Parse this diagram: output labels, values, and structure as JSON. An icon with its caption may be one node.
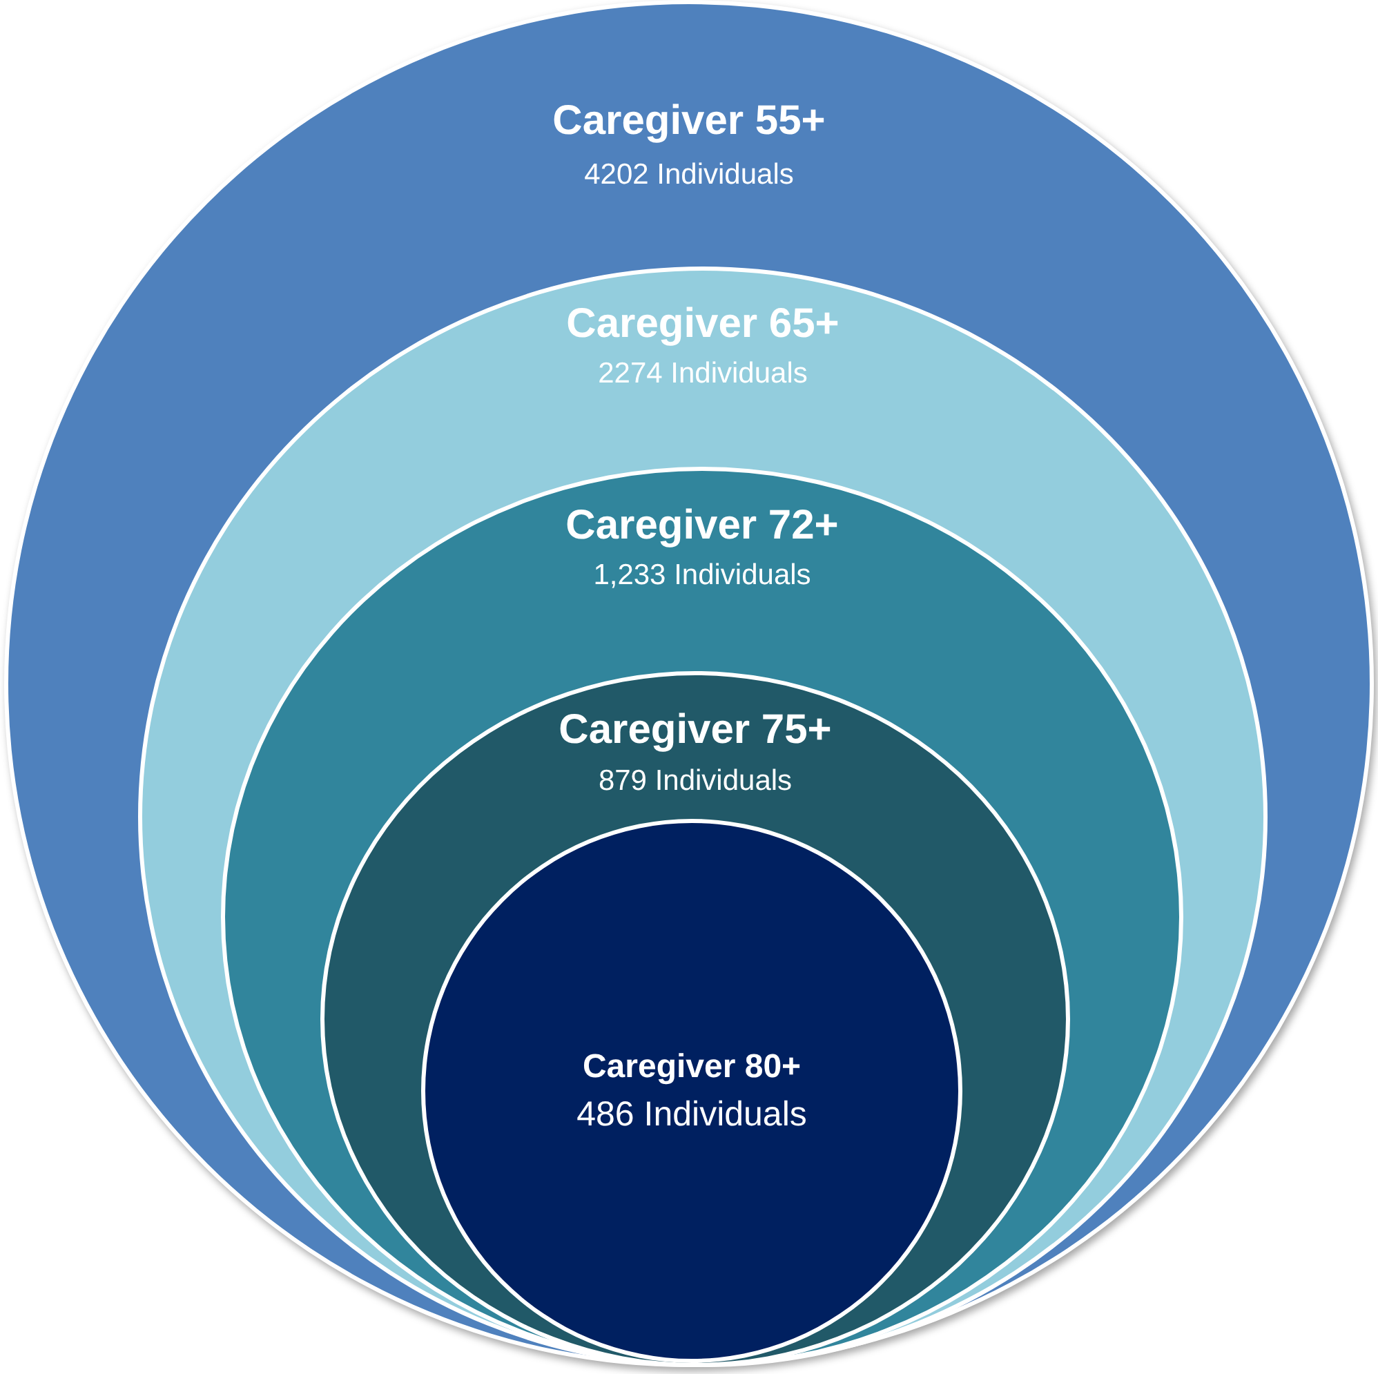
{
  "diagram": {
    "nodes": [
      {
        "text": [
          "Caregiver 55+",
          "4202 Individuals"
        ]
      },
      {
        "text": [
          "Caregiver 65+",
          "2274 Individuals"
        ],
        "in": 0
      },
      {
        "text": [
          "Caregiver 72+",
          "1,233 Individuals"
        ],
        "in": 1
      },
      {
        "text": [
          "Caregiver 75+",
          "879 Individuals"
        ],
        "in": 2
      },
      {
        "text": [
          "Caregiver 80+",
          "486 Individuals"
        ],
        "in": 3
      }
    ]
  }
}
